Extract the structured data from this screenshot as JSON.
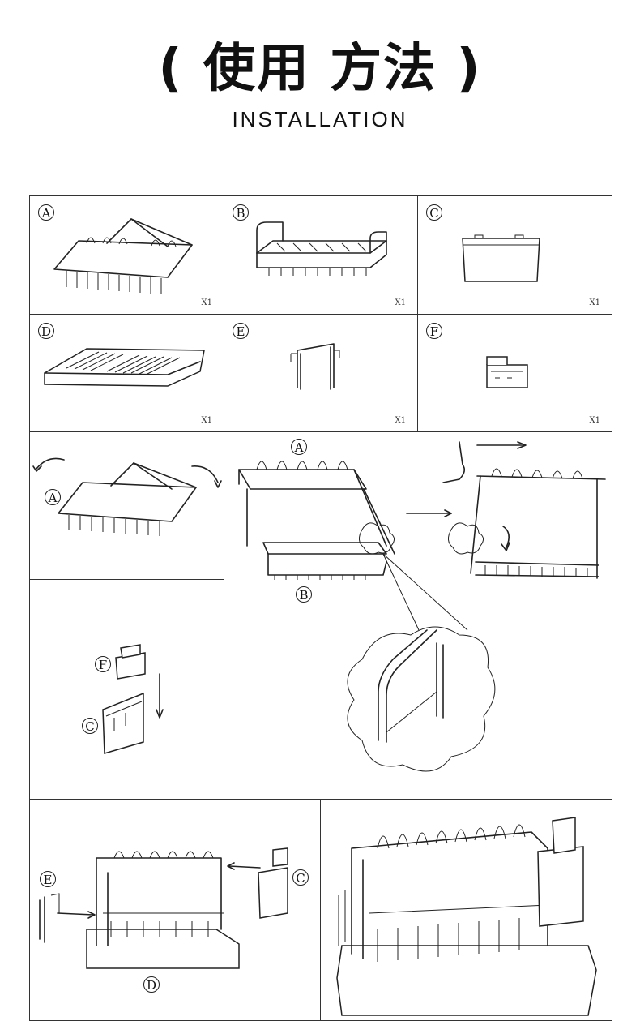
{
  "header": {
    "title": "( 使用 方法 )",
    "subtitle": "INSTALLATION"
  },
  "parts": [
    {
      "letter": "A",
      "qty": "X1"
    },
    {
      "letter": "B",
      "qty": "X1"
    },
    {
      "letter": "C",
      "qty": "X1"
    },
    {
      "letter": "D",
      "qty": "X1"
    },
    {
      "letter": "E",
      "qty": "X1"
    },
    {
      "letter": "F",
      "qty": "X1"
    }
  ],
  "steps": {
    "step1": {
      "label": "A"
    },
    "step2": {
      "label_top": "A",
      "label_bottom": "B"
    },
    "step3": {
      "label_f": "F",
      "label_c": "C"
    },
    "step4": {
      "label_e": "E",
      "label_c": "C",
      "label_d": "D"
    }
  }
}
